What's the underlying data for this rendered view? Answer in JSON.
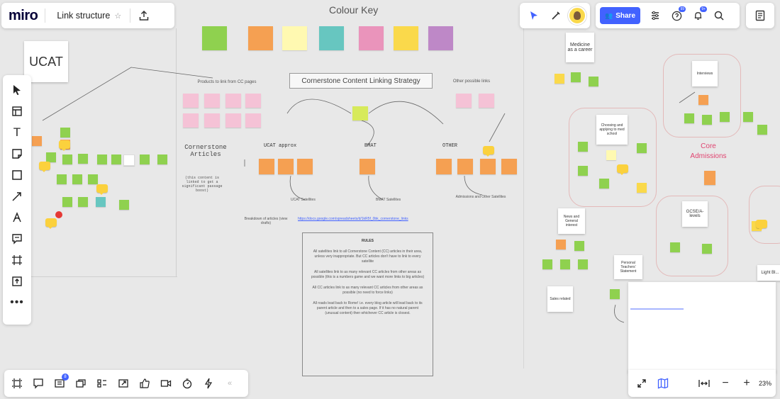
{
  "app": {
    "logo": "miro",
    "board_title": "Link structure"
  },
  "canvas": {
    "colour_key_title": "Colour Key",
    "ucat_title": "UCAT",
    "strategy_title": "Cornerstone Content Linking Strategy",
    "products_label": "Products to link from CC pages",
    "other_links_label": "Other possible links",
    "cornerstone_label": "Cornerstone Articles",
    "cornerstone_note": "(this content is linked to get a significant passage boost)",
    "ucat_col": "UCAT approx",
    "bmat_col": "BMAT",
    "other_col": "OTHER",
    "ucat_sat": "UCAT Satellites",
    "bmat_sat": "BMAT Satellites",
    "other_sat": "Admissions and Other Satellites",
    "breakdown_label": "Breakdown of articles (view drafts)",
    "breakdown_link": "https://docs.google.com/spreadsheets/d/1kR5f_0bk_cornerstone_links",
    "core_admissions": "Core Admissions",
    "medicine_career": "Medicine as a career",
    "choosing_school": "Choosing and applying to med school",
    "interviews": "Interviews",
    "gcse_alevels": "GCSE/A-levels",
    "news_interest": "News and General interest",
    "sales_related": "Sales related",
    "personal_teachers": "Personal Teachers' Statement",
    "light_blue": "Light Bl..."
  },
  "rules": {
    "title": "RULES",
    "paragraphs": [
      "All satellites link to all Cornerstone Content (CC) articles in their area, unless very inappropriate. But CC articles don't have to link to every satellite",
      "All satellites link to as many relevant CC articles from other areas as possible (this is a numbers game and we want more links to big articles)",
      "All CC articles link to as many relevant CC articles from other areas as possible (no need to force links)",
      "All roads lead back to Rome! i.e. every blog article will lead back to its parent article and then to a sales page. If it has no natural parent (unusual content) then whichever CC article is closest."
    ]
  },
  "header": {
    "share_label": "Share",
    "badges": {
      "help": "99",
      "notifications": "9+",
      "apps": "8"
    }
  },
  "bottom": {
    "zoom": "23%"
  },
  "icons": {
    "upload": "upload-icon",
    "star": "star-icon",
    "cursor": "cursor-icon",
    "reactions": "reactions-icon",
    "filter": "filter-icon",
    "help": "help-icon",
    "bell": "bell-icon",
    "search": "search-icon",
    "notes": "notes-icon"
  },
  "colors": {
    "brand_blue": "#4262ff",
    "green": "#8fd14f",
    "orange": "#f5a052",
    "yellow": "#fff9b1",
    "teal": "#67c6c0",
    "pink": "#ea94bb",
    "gold": "#fad94b",
    "purple": "#be88c7",
    "red": "#f24726"
  }
}
